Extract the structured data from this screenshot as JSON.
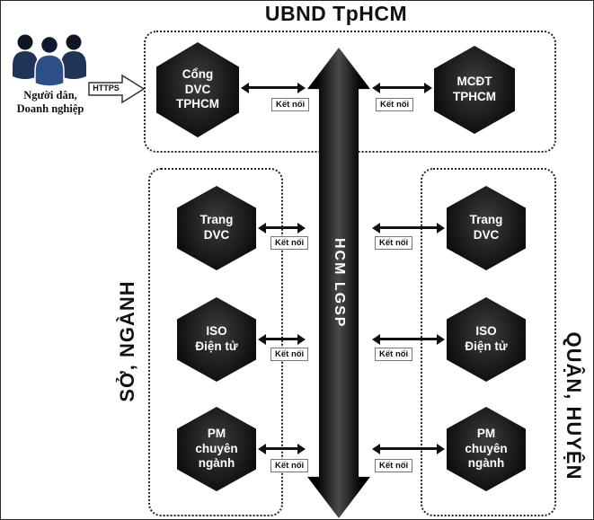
{
  "title": "UBND TpHCM",
  "actors": {
    "label_line1": "Người dân,",
    "label_line2": "Doanh nghiệp",
    "protocol": "HTTPS"
  },
  "center": {
    "label": "HCM LGSP"
  },
  "connector_label": "Kết nối",
  "top_group": {
    "left_hexagon": [
      "Cổng",
      "DVC",
      "TPHCM"
    ],
    "right_hexagon": [
      "MCĐT",
      "TPHCM"
    ]
  },
  "left_group": {
    "label": "SỞ, NGÀNH",
    "hex1": [
      "Trang",
      "DVC"
    ],
    "hex2": [
      "ISO",
      "Điện tử"
    ],
    "hex3": [
      "PM",
      "chuyên",
      "ngành"
    ]
  },
  "right_group": {
    "label": "QUẬN, HUYỆN",
    "hex1": [
      "Trang",
      "DVC"
    ],
    "hex2": [
      "ISO",
      "Điện tử"
    ],
    "hex3": [
      "PM",
      "chuyên",
      "ngành"
    ]
  },
  "colors": {
    "shape_fill": "#111111",
    "shape_text": "#ffffff",
    "dotted_border": "#222222",
    "person_fill": "#2d4f87"
  }
}
